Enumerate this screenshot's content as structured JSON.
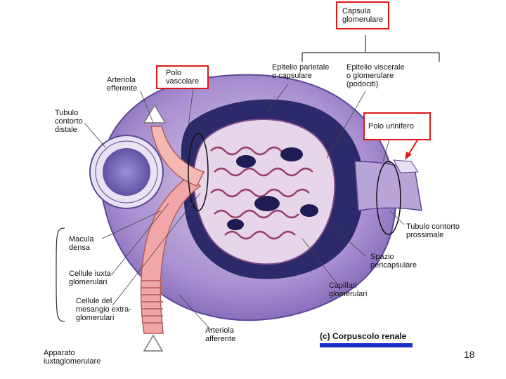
{
  "labels": {
    "capsula": "Capsula\nglomerulare",
    "polo_vascolare": "Polo\nvascolare",
    "arteriola_efferente": "Arteriola\nefferente",
    "epitelio_parietale": "Epitelio parietale\no capsulare",
    "epitelio_viscerale": "Epitelio viscerale\no glomerulare\n(podociti)",
    "polo_urinifero": "Polo urinifero",
    "tubulo_distale": "Tubulo\ncontorto\ndistale",
    "macula_densa": "Macula\ndensa",
    "cellule_iuxta": "Cellule iuxta-\nglomerulari",
    "cellule_mesangio": "Cellule del\nmesangio extra-\nglomerulari",
    "apparato": "Apparato\niuxtaglomerulare",
    "tubulo_prossimale": "Tubulo contorto\nprossimale",
    "spazio": "Spazio\npericapsulare",
    "capillari": "Capillari\nglomerulari",
    "arteriola_afferente": "Arteriola\nafferente"
  },
  "caption": "(c) Corpuscolo renale",
  "page_number": "18",
  "colors": {
    "highlight_box": "#e01818",
    "caption_bar": "#1a2fc8",
    "arrow": "#e01818"
  }
}
